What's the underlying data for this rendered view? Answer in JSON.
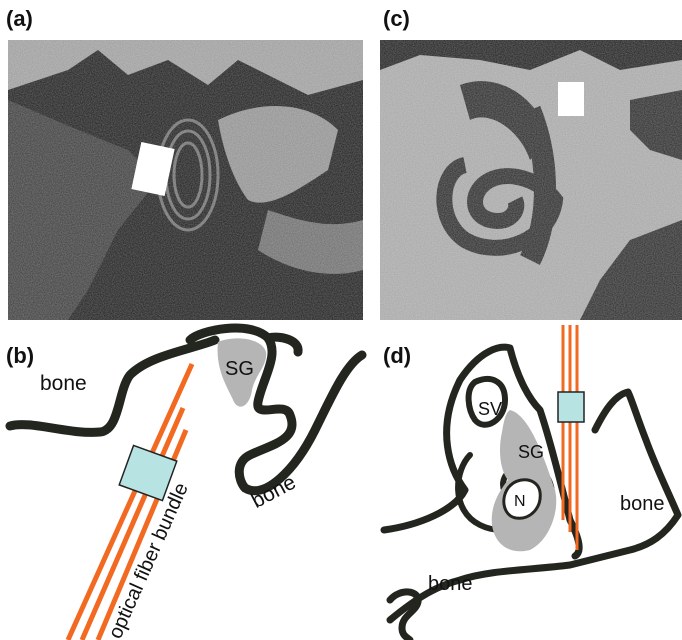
{
  "panels": {
    "a": {
      "label": "(a)"
    },
    "b": {
      "label": "(b)",
      "bone_left": "bone",
      "bone_right": "bone",
      "sg": "SG",
      "fiber": "optical fiber bundle"
    },
    "c": {
      "label": "(c)"
    },
    "d": {
      "label": "(d)",
      "sv": "SV",
      "sg": "SG",
      "n": "N",
      "bone_right": "bone",
      "bone_bottom": "bone"
    }
  },
  "colors": {
    "bone_outline": "#23261f",
    "ganglion_fill": "#b5b5b5",
    "fiber": "#f26a21",
    "fiber_block": "#b7e4e2",
    "ct_background": "#1c1c1c",
    "ct_tissue": "#a8a8a8",
    "implant": "#ffffff"
  }
}
